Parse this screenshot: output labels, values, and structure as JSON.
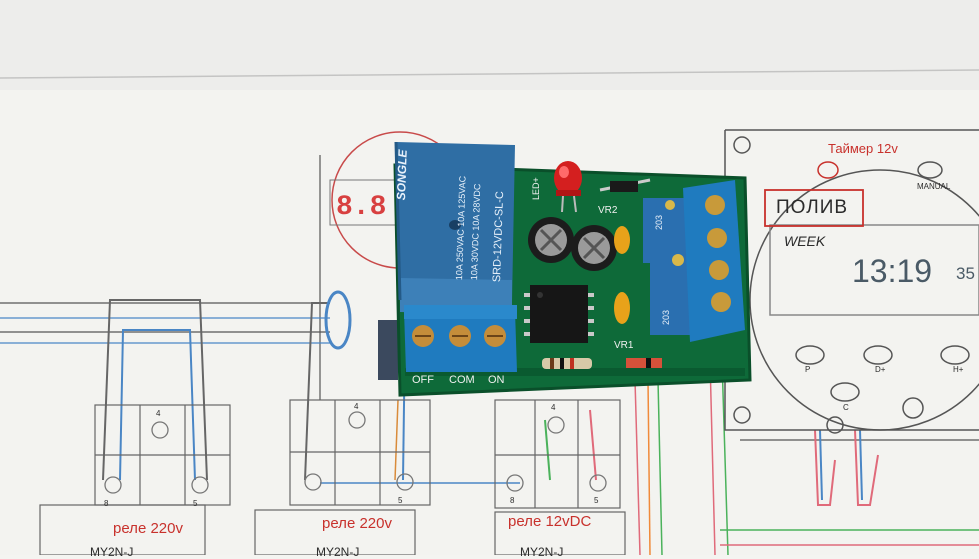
{
  "timer": {
    "title": "Таймер 12v",
    "manual_label": "MANUAL",
    "poliv_label": "ПОЛИВ",
    "week_label": "WEEK",
    "time": "13:19",
    "seconds": "35",
    "buttons": [
      "P",
      "D+",
      "H+",
      "C"
    ]
  },
  "relays": [
    {
      "label": "реле 220v",
      "terminals": [
        "8",
        "4",
        "5"
      ],
      "model": "MY2N-J"
    },
    {
      "label": "реле 220v",
      "terminals": [
        "4",
        "5"
      ],
      "model": "MY2N-J"
    },
    {
      "label": "реле 12vDC",
      "terminals": [
        "4",
        "8",
        "5"
      ],
      "model": "MY2N-J"
    }
  ],
  "relay_component": {
    "brand": "SONGLE",
    "line1": "10A 250VAC 10A 125VAC",
    "line2": "10A 30VDC 10A 28VDC",
    "model": "SRD-12VDC-SL-C"
  },
  "board": {
    "terminal_labels": [
      "OFF",
      "COM",
      "ON"
    ],
    "vr1_label": "VR1",
    "vr2_label": "VR2",
    "led_label": "LED+",
    "pot_label": "203"
  },
  "colors": {
    "paper": "#f4f4f1",
    "pcb": "#0f6d3a",
    "relay_blue": "#2e6fa3",
    "terminal_blue": "#1f78b8",
    "schematic_red": "#c8312c"
  }
}
